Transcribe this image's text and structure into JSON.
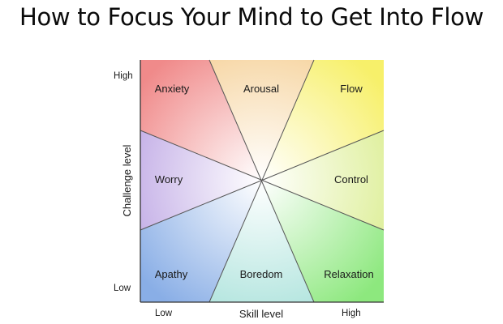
{
  "title": "How to Focus Your Mind to Get Into Flow",
  "diagram": {
    "zones": {
      "anxiety": "Anxiety",
      "arousal": "Arousal",
      "flow": "Flow",
      "worry": "Worry",
      "control": "Control",
      "apathy": "Apathy",
      "boredom": "Boredom",
      "relaxation": "Relaxation"
    },
    "axes": {
      "x_label": "Skill level",
      "y_label": "Challenge level",
      "x_low": "Low",
      "x_high": "High",
      "y_low": "Low",
      "y_high": "High"
    },
    "colors": {
      "anxiety": "#f08a8a",
      "arousal": "#f7d8a8",
      "flow": "#f7f06a",
      "worry": "#c7b3e8",
      "control": "#e0f0a0",
      "apathy": "#89aee6",
      "boredom": "#b6e6e0",
      "relaxation": "#8de87e",
      "center": "#ffffff",
      "line": "#555555",
      "frame": "#333333"
    }
  }
}
